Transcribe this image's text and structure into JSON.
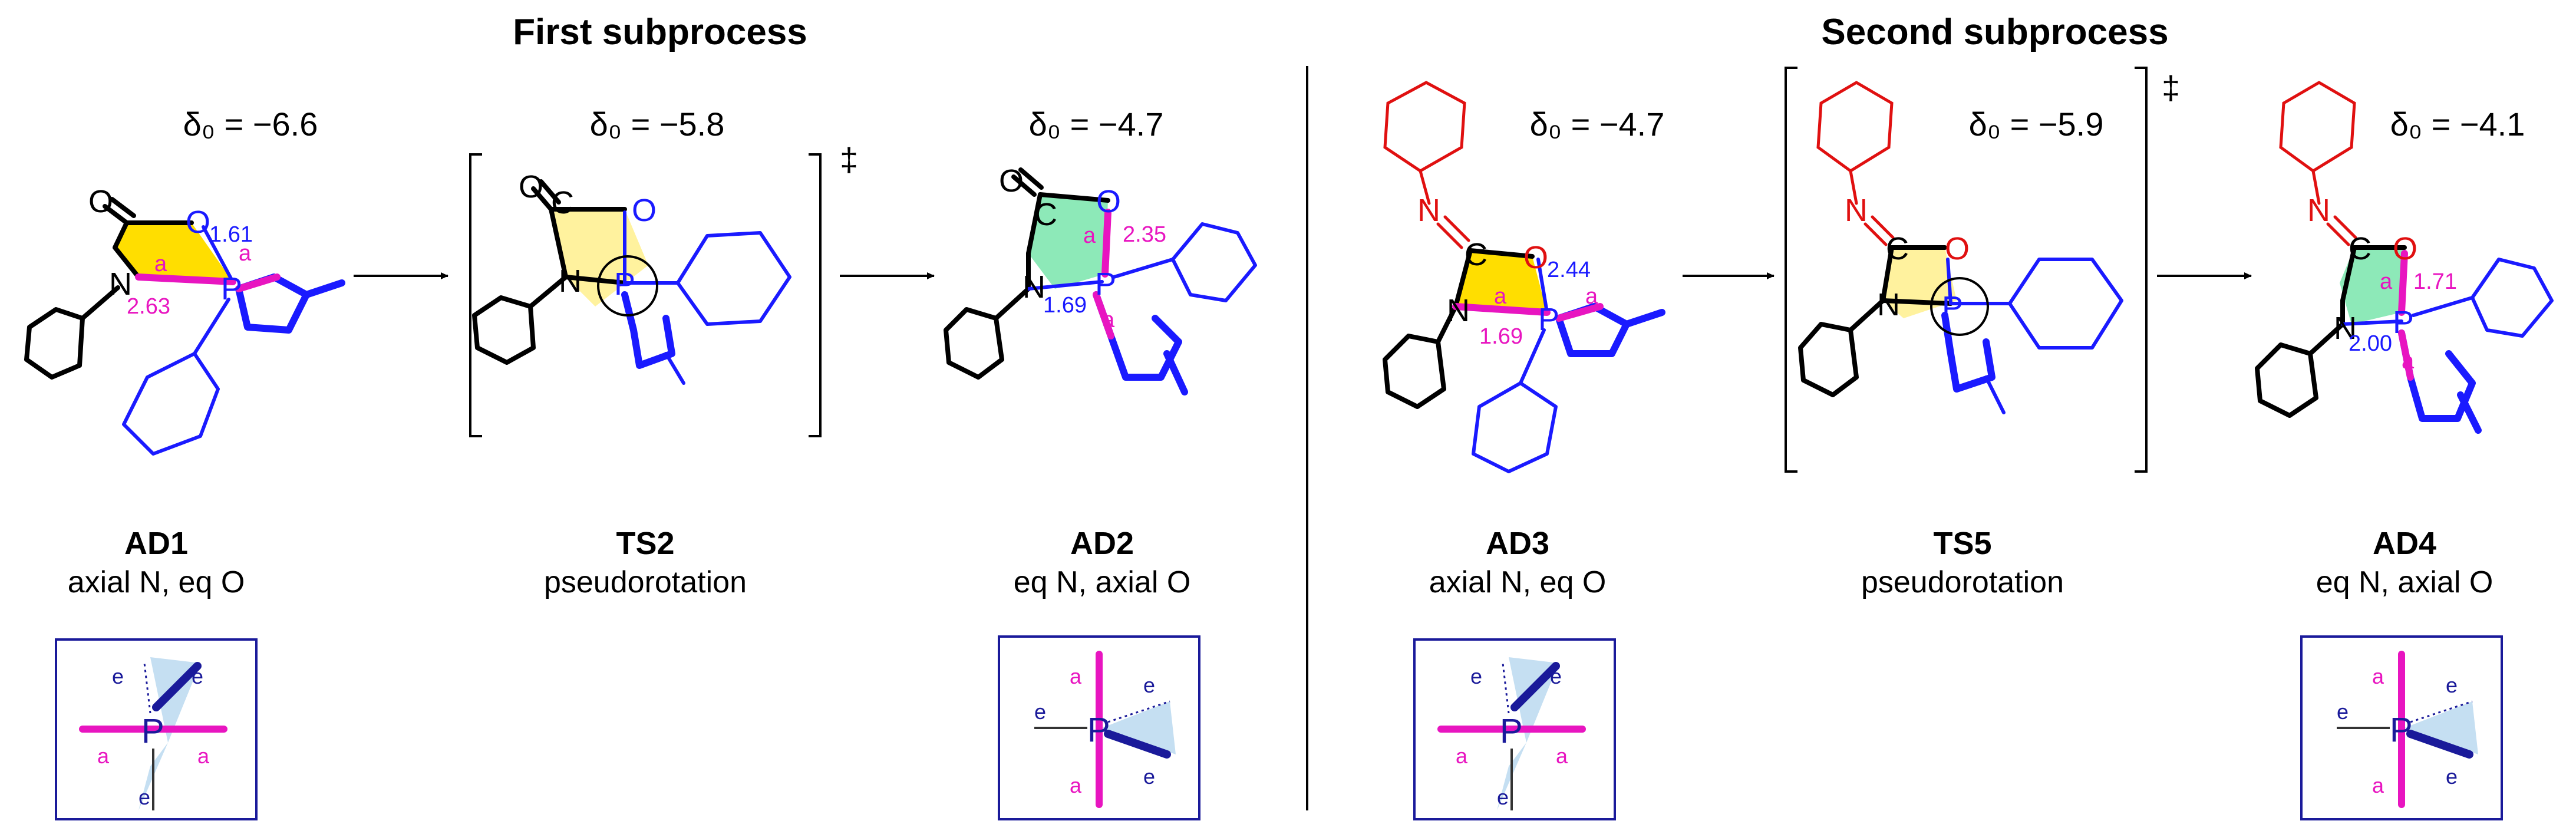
{
  "headings": {
    "first": "First subprocess",
    "second": "Second subprocess"
  },
  "dagger": "‡",
  "atoms": {
    "O": "O",
    "N": "N",
    "C": "C",
    "P": "P"
  },
  "bond_tag": "a",
  "axis_labels": {
    "a": "a",
    "e": "e"
  },
  "colors": {
    "black": "#000000",
    "blue": "#1a1aff",
    "red": "#e01010",
    "magenta": "#e815c0",
    "yellow": "#ffde00",
    "pale_yellow": "#fff29e",
    "green": "#8de9b8",
    "cone": "#c5dff2",
    "box_border": "#1a1a9a"
  },
  "compounds": [
    {
      "id": "AD1",
      "delta": "δ₀ = −6.6",
      "label": "AD1",
      "desc": "axial N, eq O",
      "bonds": [
        "1.61",
        "2.63"
      ],
      "substituent": "O",
      "ring": "yellow",
      "box": "axial"
    },
    {
      "id": "TS2",
      "delta": "δ₀ = −5.8",
      "label": "TS2",
      "desc": "pseudorotation",
      "bonds": [],
      "substituent": "O",
      "ring": "pale_yellow",
      "box": "none"
    },
    {
      "id": "AD2",
      "delta": "δ₀ = −4.7",
      "label": "AD2",
      "desc": "eq N, axial O",
      "bonds": [
        "2.35",
        "1.69"
      ],
      "substituent": "O",
      "ring": "green",
      "box": "equatorial"
    },
    {
      "id": "AD3",
      "delta": "δ₀ = −4.7",
      "label": "AD3",
      "desc": "axial N, eq O",
      "bonds": [
        "2.44",
        "1.69"
      ],
      "substituent": "N-Ph",
      "ring": "yellow",
      "box": "axial"
    },
    {
      "id": "TS5",
      "delta": "δ₀ = −5.9",
      "label": "TS5",
      "desc": "pseudorotation",
      "bonds": [],
      "substituent": "N-Ph",
      "ring": "pale_yellow",
      "box": "none"
    },
    {
      "id": "AD4",
      "delta": "δ₀ = −4.1",
      "label": "AD4",
      "desc": "eq N, axial O",
      "bonds": [
        "1.71",
        "2.00"
      ],
      "substituent": "N-Ph",
      "ring": "green",
      "box": "equatorial"
    }
  ]
}
